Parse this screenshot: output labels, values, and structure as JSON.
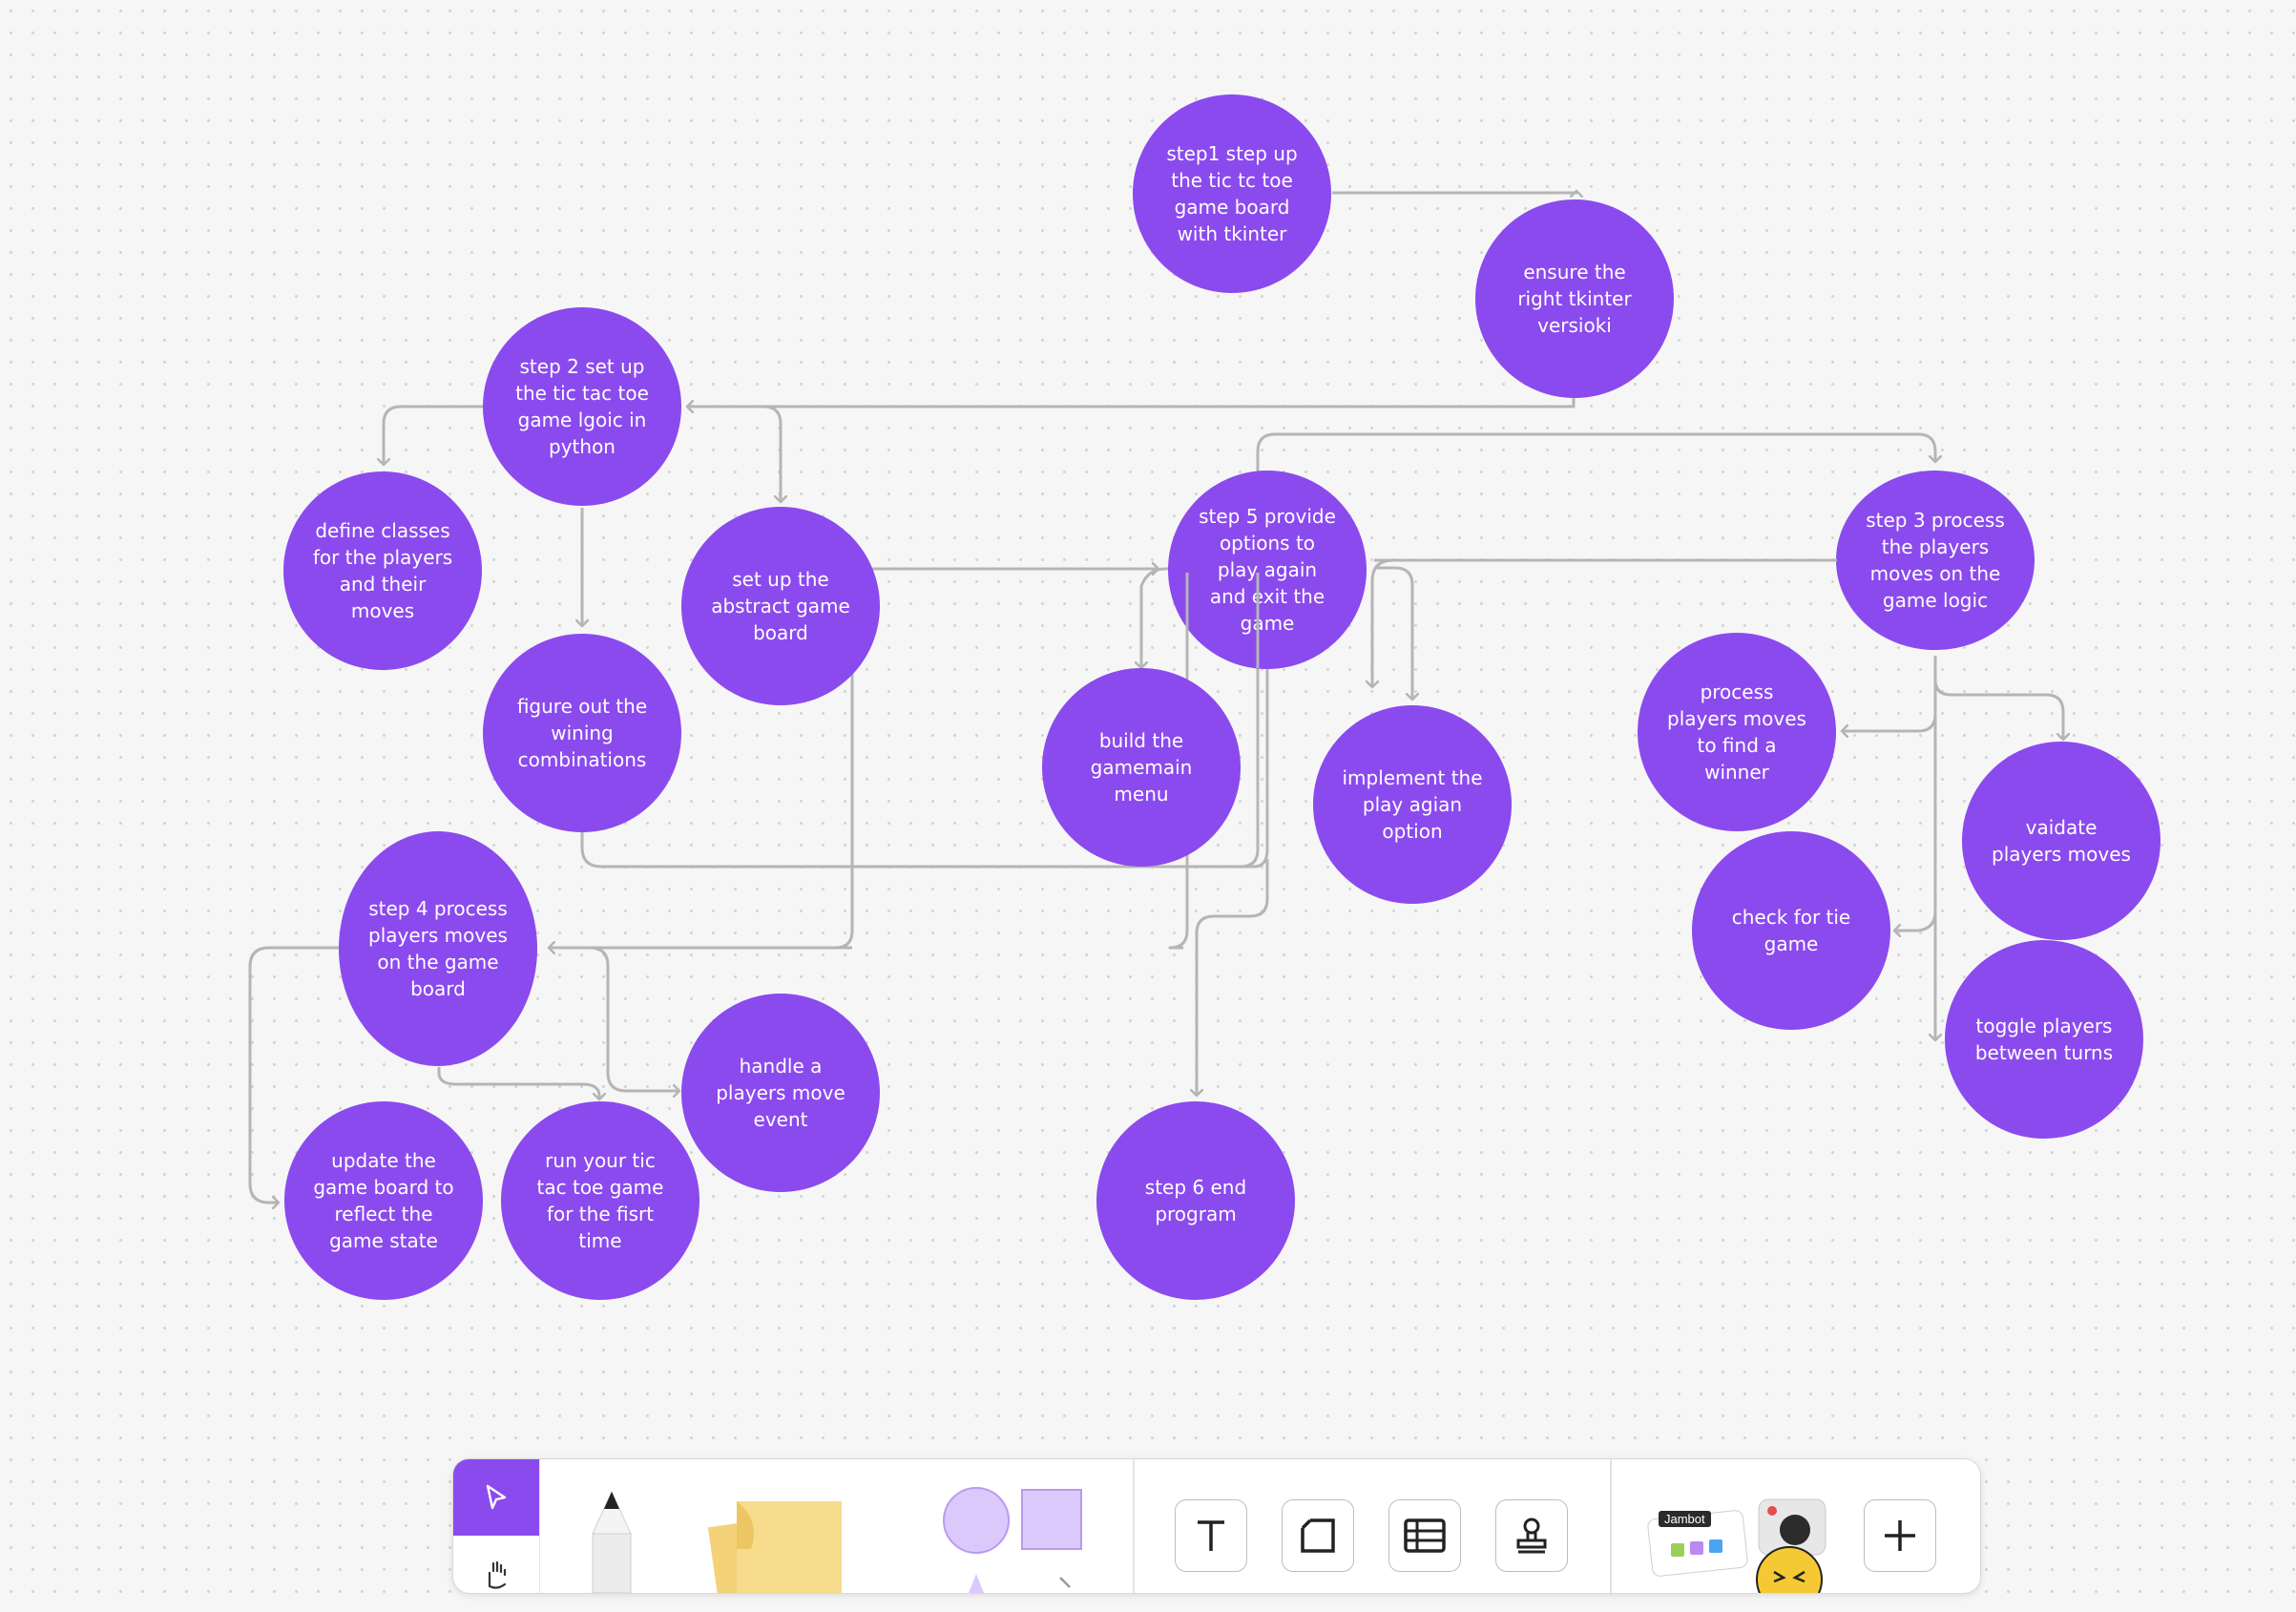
{
  "canvas": {
    "nodes": [
      {
        "id": "step1",
        "label": "step1 step up the tic tc toe game board with tkinter"
      },
      {
        "id": "tkver",
        "label": "ensure the right tkinter versioki"
      },
      {
        "id": "step2",
        "label": "step 2 set up the tic tac toe game lgoic in python"
      },
      {
        "id": "classes",
        "label": "define classes for the players and their moves"
      },
      {
        "id": "abstract",
        "label": "set up the abstract game board"
      },
      {
        "id": "winning",
        "label": "figure out the wining combinations"
      },
      {
        "id": "step5",
        "label": "step 5 provide options to play again and exit the game"
      },
      {
        "id": "step3",
        "label": "step 3 process the players moves on the game logic"
      },
      {
        "id": "menu",
        "label": "build the gamemain menu"
      },
      {
        "id": "playagain",
        "label": "implement the play agian option"
      },
      {
        "id": "winner",
        "label": "process players moves to find a winner"
      },
      {
        "id": "validate",
        "label": "vaidate players moves"
      },
      {
        "id": "tie",
        "label": "check for tie game"
      },
      {
        "id": "toggle",
        "label": "toggle players between turns"
      },
      {
        "id": "step4",
        "label": "step 4 process players moves on the game board"
      },
      {
        "id": "handle",
        "label": "handle a players move event"
      },
      {
        "id": "update",
        "label": "update the game board to reflect the game state"
      },
      {
        "id": "run",
        "label": "run your tic tac toe game for the fisrt time"
      },
      {
        "id": "step6",
        "label": "step 6 end program"
      }
    ]
  },
  "colors": {
    "node_fill": "#8b4aee",
    "node_text": "#ffffff",
    "connector": "#b5b5b5",
    "canvas_bg": "#f6f6f6",
    "active_tool": "#8b4aee"
  },
  "toolbar": {
    "select_icon": "pointer-arrow-icon",
    "hand_icon": "hand-icon",
    "pen_icon": "pen-icon",
    "sticky_icon": "sticky-notes-icon",
    "shapes_icon": "shapes-icon",
    "text_icon": "text-icon",
    "frame_icon": "frame-icon",
    "table_icon": "table-icon",
    "stamp_icon": "stamp-icon",
    "jambot_label": "Jambot",
    "apps_icon": "apps-icon",
    "add_icon": "plus-icon"
  }
}
